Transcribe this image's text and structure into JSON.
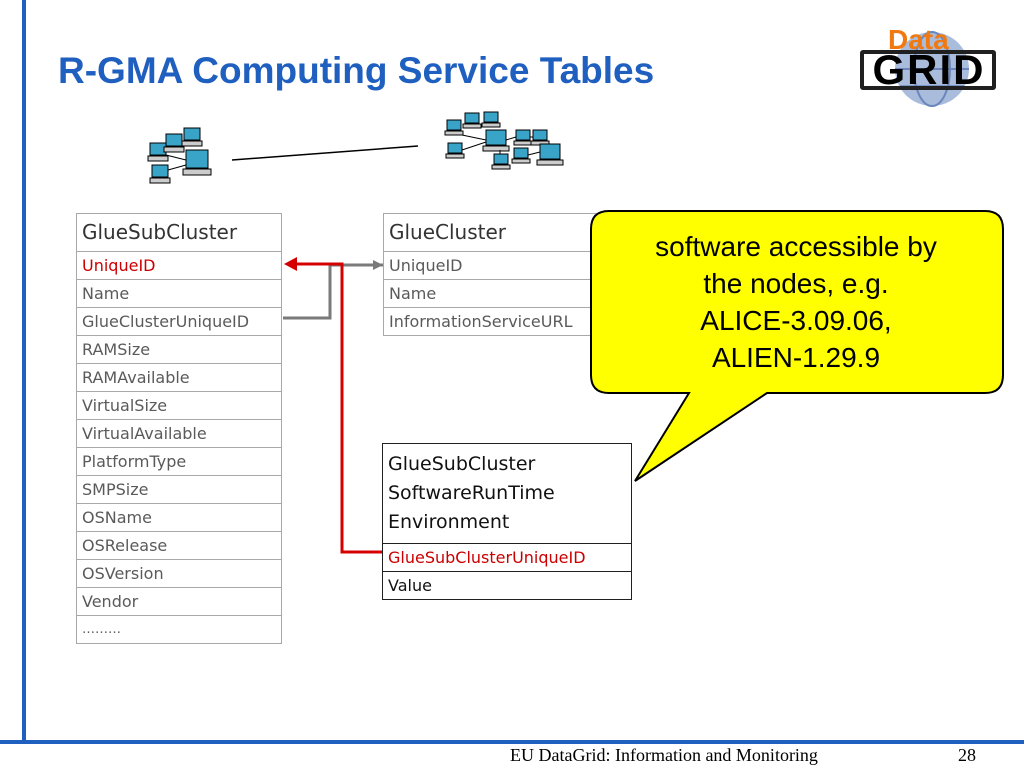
{
  "title": "R-GMA Computing Service Tables",
  "logo": {
    "top_text": "Data",
    "main_text": "GRID"
  },
  "footer": {
    "text": "EU DataGrid: Information and Monitoring",
    "page_number": "28"
  },
  "icons": [
    "computer-network-icon-small",
    "computer-network-icon-large"
  ],
  "tables": {
    "subcluster": {
      "header": "GlueSubCluster",
      "rows": [
        "UniqueID",
        "Name",
        "GlueClusterUniqueID",
        "RAMSize",
        "RAMAvailable",
        "VirtualSize",
        "VirtualAvailable",
        "PlatformType",
        "SMPSize",
        "OSName",
        "OSRelease",
        "OSVersion",
        "Vendor",
        "………"
      ]
    },
    "cluster": {
      "header": "GlueCluster",
      "rows": [
        "UniqueID",
        "Name",
        "InformationServiceURL"
      ]
    },
    "software": {
      "header_lines": [
        "GlueSubCluster",
        "SoftwareRunTime",
        "Environment"
      ],
      "rows": [
        "GlueSubClusterUniqueID",
        "Value"
      ]
    }
  },
  "callout": {
    "lines": [
      "software accessible by",
      "the nodes, e.g.",
      "ALICE-3.09.06,",
      "ALIEN-1.29.9"
    ]
  },
  "colors": {
    "accent": "#1f5fbf",
    "key_red": "#cc0000",
    "callout_fill": "#ffff00",
    "logo_orange": "#f07a10"
  }
}
